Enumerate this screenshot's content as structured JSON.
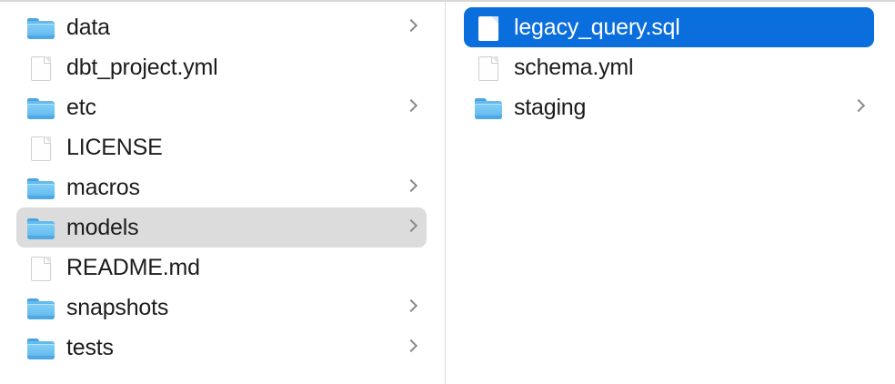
{
  "window": {
    "view_mode": "column-view",
    "accent_color": "#0b6edd",
    "inactive_selection_color": "#dcdcdc",
    "divider_color": "#dcdcdc",
    "background_color": "#ffffff"
  },
  "columns": [
    {
      "name": "project-root-column",
      "items": [
        {
          "label": "data",
          "icon": "folder-icon",
          "kind": "folder",
          "chevron": true,
          "selected": false,
          "selection": "none"
        },
        {
          "label": "dbt_project.yml",
          "icon": "document-icon",
          "kind": "file",
          "chevron": false,
          "selected": false,
          "selection": "none"
        },
        {
          "label": "etc",
          "icon": "folder-icon",
          "kind": "folder",
          "chevron": true,
          "selected": false,
          "selection": "none"
        },
        {
          "label": "LICENSE",
          "icon": "document-icon",
          "kind": "file",
          "chevron": false,
          "selected": false,
          "selection": "none"
        },
        {
          "label": "macros",
          "icon": "folder-icon",
          "kind": "folder",
          "chevron": true,
          "selected": false,
          "selection": "none"
        },
        {
          "label": "models",
          "icon": "folder-icon",
          "kind": "folder",
          "chevron": true,
          "selected": true,
          "selection": "inactive"
        },
        {
          "label": "README.md",
          "icon": "document-icon",
          "kind": "file",
          "chevron": false,
          "selected": false,
          "selection": "none"
        },
        {
          "label": "snapshots",
          "icon": "folder-icon",
          "kind": "folder",
          "chevron": true,
          "selected": false,
          "selection": "none"
        },
        {
          "label": "tests",
          "icon": "folder-icon",
          "kind": "folder",
          "chevron": true,
          "selected": false,
          "selection": "none"
        }
      ]
    },
    {
      "name": "models-folder-column",
      "items": [
        {
          "label": "legacy_query.sql",
          "icon": "document-icon",
          "kind": "file",
          "chevron": false,
          "selected": true,
          "selection": "active"
        },
        {
          "label": "schema.yml",
          "icon": "document-icon",
          "kind": "file",
          "chevron": false,
          "selected": false,
          "selection": "none"
        },
        {
          "label": "staging",
          "icon": "folder-icon",
          "kind": "folder",
          "chevron": true,
          "selected": false,
          "selection": "none"
        }
      ]
    }
  ]
}
